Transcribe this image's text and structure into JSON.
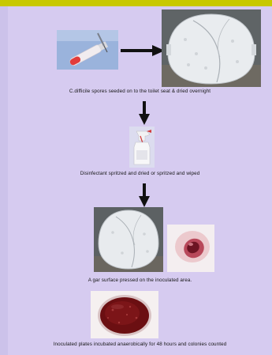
{
  "steps": [
    {
      "caption": "C.difficile spores seeded on to the toilet seat & dried overnight",
      "images": [
        "tube-with-pipette",
        "toilet-seat-lid"
      ]
    },
    {
      "caption": "Disinfectant spritzed and dried or  spritzed and wiped",
      "images": [
        "spray-bottle"
      ]
    },
    {
      "caption": "A gar surface pressed on the inoculated area.",
      "images": [
        "toilet-seat-lid",
        "agar-plate-contact"
      ]
    },
    {
      "caption": "Inoculated plates incubated anaerobically for 48 hours and colonies counted",
      "images": [
        "agar-plate-colonies"
      ]
    }
  ],
  "colors": {
    "background": "#d6cbf0",
    "top_band": "#c8c800",
    "arrow": "#111111",
    "agar": "#6b0f12"
  }
}
